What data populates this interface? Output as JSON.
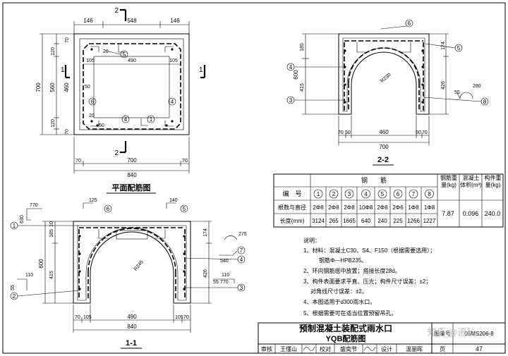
{
  "plan": {
    "title": "平面配筋图",
    "section_mark_2": "2",
    "section_mark_1": "1",
    "dims": {
      "top_146a": "146",
      "top_548": "548",
      "top_146b": "146",
      "w_70a": "70",
      "w_700": "700",
      "w_70b": "70",
      "w_840": "840",
      "l_700": "700",
      "l_560": "560",
      "l_120a": "120",
      "l_120b": "120",
      "l_460": "460",
      "l_70a": "70",
      "l_70b": "70",
      "in_20a": "20",
      "in_105a": "105",
      "in_490": "490",
      "in_105b": "105",
      "in_50": "50",
      "in_20b": "20",
      "in_50b": "50"
    },
    "markers": [
      "5",
      "6",
      "4",
      "4",
      "1"
    ]
  },
  "section22": {
    "title": "2-2",
    "dims": {
      "v_185": "185",
      "v_600": "600",
      "v_415": "415",
      "v_174": "174",
      "v_426": "426",
      "r_230": "R230",
      "b_70a": "70",
      "b_50a": "50",
      "b_460": "460",
      "b_50b": "50",
      "b_70b": "70",
      "b_700": "700",
      "hook_55": "55",
      "hook_280": "280"
    },
    "markers": [
      "6",
      "5",
      "4",
      "3",
      "8"
    ]
  },
  "section11": {
    "title": "1-1",
    "dims": {
      "d_770": "770",
      "d_630": "630",
      "d_125": "125",
      "d_140": "140",
      "d_10": "10",
      "d_185": "185",
      "d_600": "600",
      "d_415": "415",
      "d_174": "174",
      "d_426": "426",
      "r_245": "R245",
      "d_275": "275",
      "d_540": "540",
      "d_110a": "110",
      "d_55a": "55",
      "d_110b": "110",
      "d_55b": "55",
      "d_770b": "770",
      "b_70a": "70",
      "b_105a": "105",
      "b_490": "490",
      "b_105b": "105",
      "b_70b": "70",
      "b_840": "840"
    },
    "markers": [
      "1",
      "6",
      "5",
      "7",
      "4",
      "2",
      "3"
    ]
  },
  "table": {
    "group_header": "钢　　筋",
    "col_no": "编　号",
    "row_spec": "根数与直径",
    "row_len": "长度(mm)",
    "col_weight": "钢筋重量(kg)",
    "col_volume": "混凝土体积(m³)",
    "col_mass": "构件重量(kg)",
    "numbers": [
      "1",
      "2",
      "3",
      "4",
      "5",
      "6",
      "7",
      "8"
    ],
    "specs": [
      "2Φ8",
      "2Φ8",
      "2Φ8",
      "10Φ8",
      "2Φ8",
      "2Φ6",
      "1Φ8",
      "1Φ8"
    ],
    "lengths": [
      "3124",
      "265",
      "1665",
      "640",
      "240",
      "225",
      "1266",
      "1227"
    ],
    "weight": "7.87",
    "volume": "0.096",
    "mass": "240.0"
  },
  "notes": {
    "heading": "说明：",
    "lines": [
      "1、材料：混凝土C30、S4、F150（根据需要选用）；",
      "钢筋Φ—HPB235。",
      "2、环向钢筋居中放置；搭接长度28d。",
      "3、构件表面要求平直、压光；构件尺寸误差：±2；",
      "对角线尺寸误差：±2。",
      "4、本图适用于d300雨水口。",
      "5、根据需要可在适当位置预留吊孔。"
    ]
  },
  "titleblock": {
    "title": "预制混凝土装配式雨水口",
    "subtitle": "YQB配筋图",
    "atlas_label": "图集号",
    "atlas_no": "05MS206-8",
    "review_label": "审核",
    "review_name": "王懂山",
    "check_label": "校对",
    "check_name": "盛奕节",
    "design_label": "设计",
    "design_name": "温丽晖",
    "page_label": "页",
    "page_no": "47"
  },
  "watermark": "知乎 @追秋"
}
